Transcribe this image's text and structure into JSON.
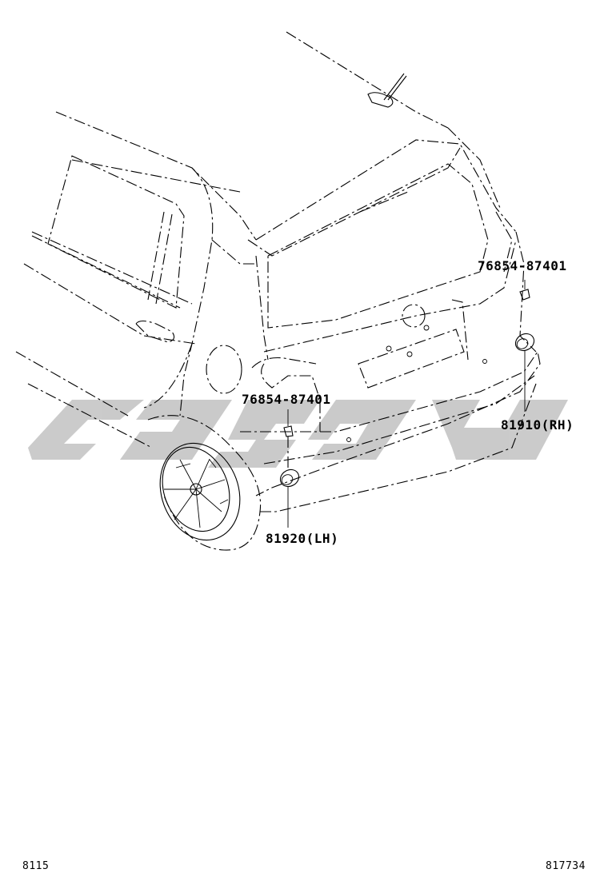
{
  "callouts": {
    "clip_upper_right": "76854-87401",
    "clip_left": "76854-87401",
    "reflector_rh": "81910(RH)",
    "reflector_lh": "81920(LH)"
  },
  "footer": {
    "page_ref": "8115",
    "illustration_no": "817734"
  },
  "colors": {
    "line": "#000000",
    "watermark": "#c8c8c8",
    "background": "#ffffff"
  }
}
